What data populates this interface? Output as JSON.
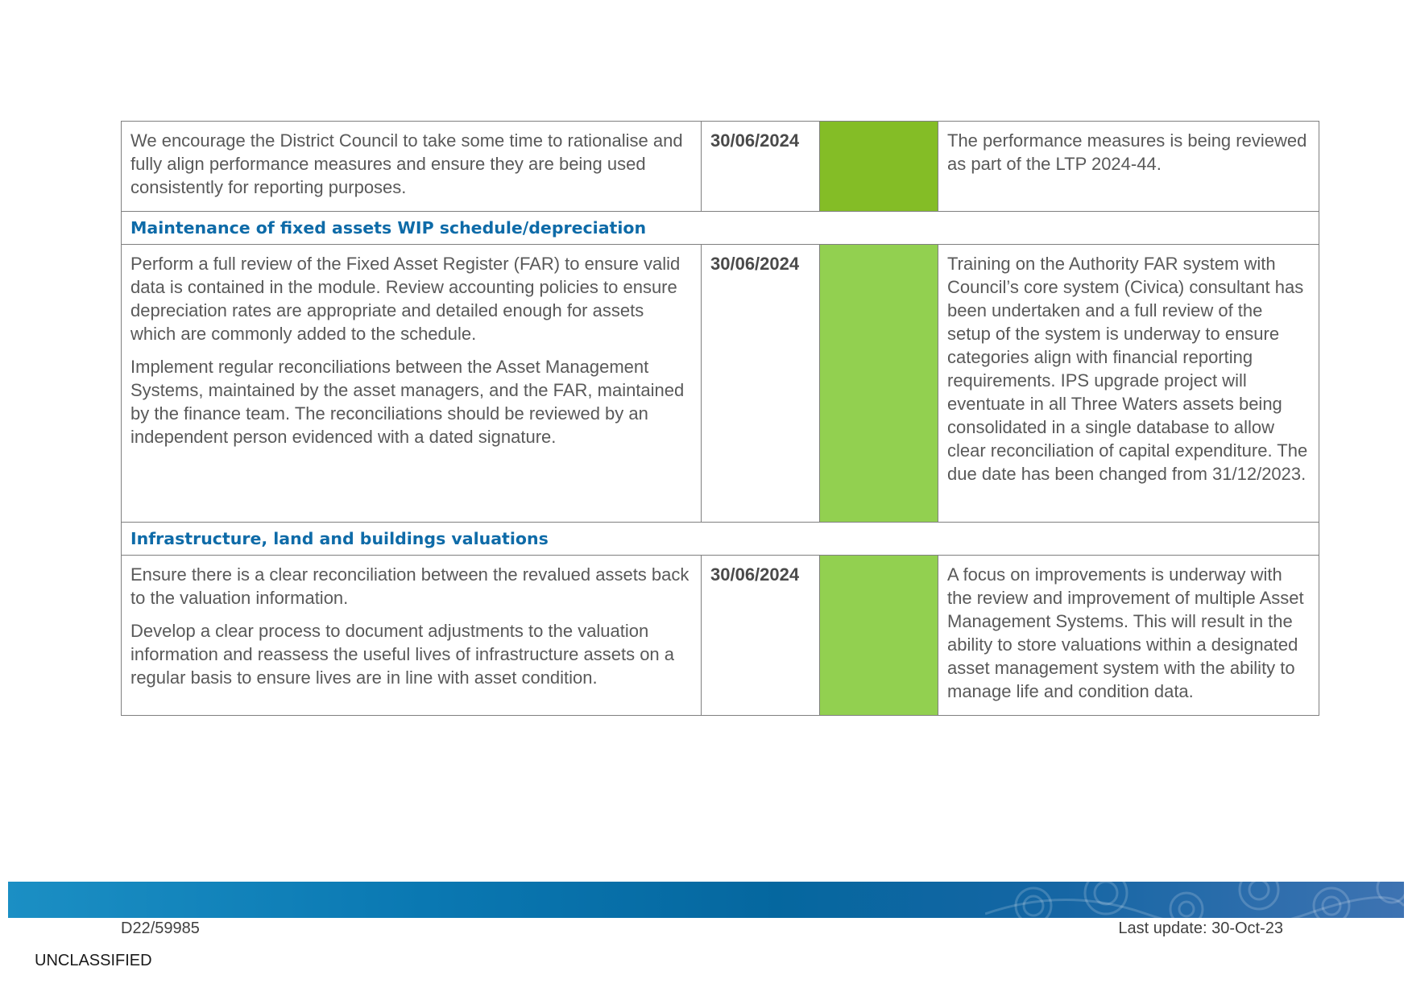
{
  "table": {
    "rows": [
      {
        "type": "item",
        "recommendation": [
          "We encourage the District Council to take some time to rationalise and fully align performance measures and ensure they are being used consistently for reporting purposes."
        ],
        "due_date": "30/06/2024",
        "status_color": "#84bd26",
        "comment": "The performance measures is being reviewed as part of the LTP 2024-44."
      },
      {
        "type": "heading",
        "text": "Maintenance of fixed assets WIP schedule/depreciation"
      },
      {
        "type": "item",
        "recommendation": [
          "Perform a full review of the Fixed Asset Register (FAR) to ensure valid data is contained in the module. Review accounting policies to ensure depreciation rates are appropriate and detailed enough for assets which are commonly added to the schedule.",
          "Implement regular reconciliations between the Asset Management Systems, maintained by the asset managers, and the FAR, maintained by the finance team. The reconciliations should be reviewed by an independent person evidenced with a dated signature."
        ],
        "due_date": "30/06/2024",
        "status_color": "#92d050",
        "comment": "Training on the Authority FAR system with Council’s core system (Civica) consultant has been undertaken and a full review of the setup of the system is underway to ensure categories align with financial reporting requirements. IPS upgrade project will eventuate in all Three Waters assets being consolidated in a single database to allow clear reconciliation of capital expenditure. The due date has been changed from 31/12/2023."
      },
      {
        "type": "heading",
        "text": "Infrastructure, land and buildings valuations"
      },
      {
        "type": "item",
        "recommendation": [
          "Ensure there is a clear reconciliation between the revalued assets back to the valuation information.",
          "Develop a clear process to document adjustments to the valuation information and reassess the useful lives of infrastructure assets on a regular basis to ensure lives are in line with asset condition."
        ],
        "due_date": "30/06/2024",
        "status_color": "#92d050",
        "comment": "A focus on improvements is underway with the review and improvement of multiple Asset Management Systems. This will result in the ability to store valuations within a designated asset management system with the ability to manage life and condition data."
      }
    ]
  },
  "footer": {
    "doc_ref": "D22/59985",
    "last_update": "Last update: 30-Oct-23",
    "classification": "UNCLASSIFIED"
  }
}
